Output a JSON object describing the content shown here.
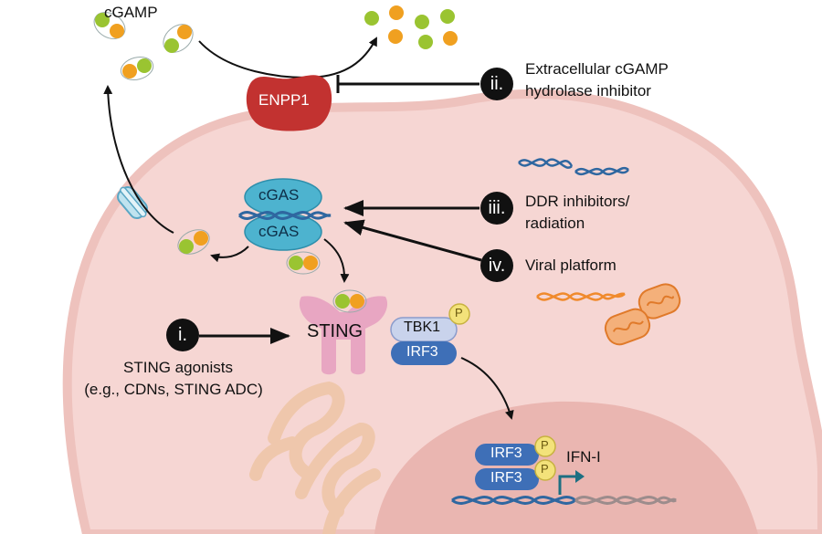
{
  "labels": {
    "cgamp": "cGAMP",
    "enpp1": "ENPP1",
    "cgas_top": "cGAS",
    "cgas_bottom": "cGAS",
    "sting": "STING",
    "tbk1": "TBK1",
    "irf3": "IRF3",
    "nucleus_irf3_top": "IRF3",
    "nucleus_irf3_bottom": "IRF3",
    "phospho": "P",
    "ifn": "IFN-I"
  },
  "interventions": [
    {
      "numeral": "i.",
      "text_line1": "STING agonists",
      "text_line2": "(e.g., CDNs, STING ADC)"
    },
    {
      "numeral": "ii.",
      "text_line1": "Extracellular cGAMP",
      "text_line2": "hydrolase inhibitor"
    },
    {
      "numeral": "iii.",
      "text_line1": "DDR inhibitors/",
      "text_line2": "radiation"
    },
    {
      "numeral": "iv.",
      "text_line1": "Viral platform",
      "text_line2": ""
    }
  ],
  "colors": {
    "cell": "#f6d6d3",
    "cell_edge": "#eec2bd",
    "nucleus": "#eab6b1",
    "er": "#efc6a8",
    "enpp1": "#c23230",
    "cgas": "#4db3cf",
    "sting": "#e8a6c2",
    "tbk1": "#c9d3ec",
    "irf3": "#3e6fb7",
    "phospho": "#f3e27a",
    "cgamp_green": "#9ac431",
    "cgamp_orange": "#f0a020",
    "dna_blue": "#2f67a0",
    "viral_orange": "#f08a2c"
  }
}
